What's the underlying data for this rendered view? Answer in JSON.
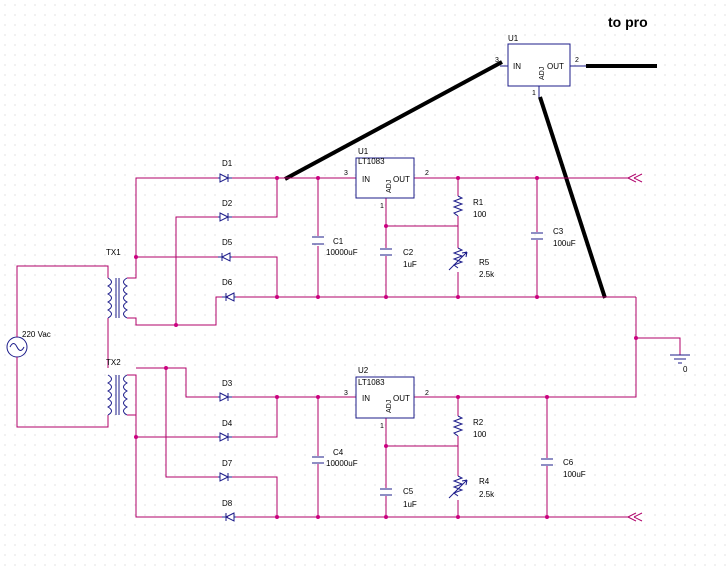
{
  "annotation": "to pro",
  "regulators": {
    "u_top": {
      "ref": "U1",
      "pin_in": "3",
      "pin_out": "2",
      "pin_adj": "1",
      "in": "IN",
      "out": "OUT",
      "adj": "ADJ"
    },
    "u1": {
      "ref": "U1",
      "part": "LT1083",
      "pin_in": "3",
      "pin_out": "2",
      "pin_adj": "1",
      "in": "IN",
      "out": "OUT",
      "adj": "ADJ"
    },
    "u2": {
      "ref": "U2",
      "part": "LT1083",
      "pin_in": "3",
      "pin_out": "2",
      "pin_adj": "1",
      "in": "IN",
      "out": "OUT",
      "adj": "ADJ"
    }
  },
  "diodes": [
    "D1",
    "D2",
    "D5",
    "D6",
    "D3",
    "D4",
    "D7",
    "D8"
  ],
  "transformers": [
    "TX1",
    "TX2"
  ],
  "source": "220 Vac",
  "capacitors": {
    "c1": {
      "ref": "C1",
      "value": "10000uF"
    },
    "c2": {
      "ref": "C2",
      "value": "1uF"
    },
    "c3": {
      "ref": "C3",
      "value": "100uF"
    },
    "c4": {
      "ref": "C4",
      "value": "10000uF"
    },
    "c5": {
      "ref": "C5",
      "value": "1uF"
    },
    "c6": {
      "ref": "C6",
      "value": "100uF"
    }
  },
  "resistors": {
    "r1": {
      "ref": "R1",
      "value": "100"
    },
    "r2": {
      "ref": "R2",
      "value": "100"
    },
    "r4": {
      "ref": "R4",
      "value": "2.5k"
    },
    "r5": {
      "ref": "R5",
      "value": "2.5k"
    }
  },
  "ground": "0",
  "colors": {
    "wire": "#b0006a",
    "part": "#1c1c8a",
    "grid": "#c8c8c8"
  }
}
